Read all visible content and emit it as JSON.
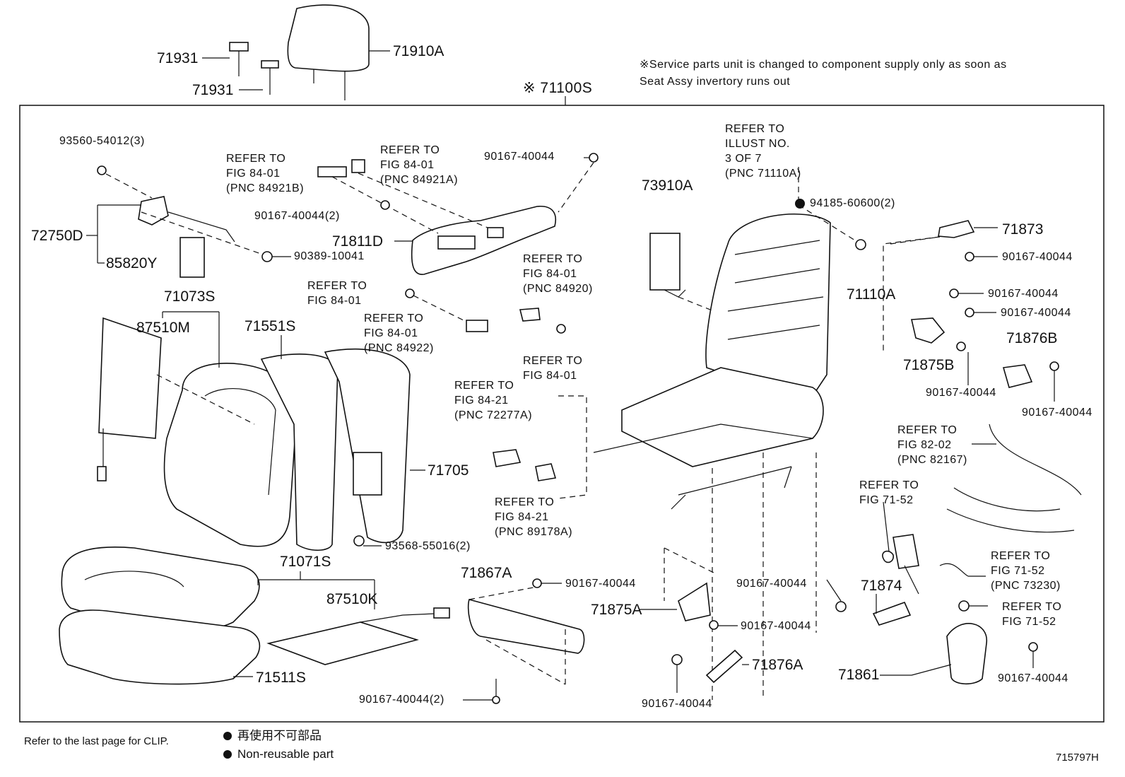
{
  "header": {
    "assembly_label": "※ 71100S",
    "service_note_line1": "※Service parts unit is changed to component supply only as soon as",
    "service_note_line2": "Seat Assy invertory runs out"
  },
  "callouts": {
    "p71931a": "71931",
    "p71931b": "71931",
    "p71910A": "71910A",
    "p93560": "93560-54012(3)",
    "p72750D": "72750D",
    "p85820Y": "85820Y",
    "p90389": "90389-10041",
    "p90167_top": "90167-40044",
    "p90167_2a": "90167-40044(2)",
    "p71811D": "71811D",
    "p71073S": "71073S",
    "p87510M": "87510M",
    "p71551S": "71551S",
    "p71705": "71705",
    "p93568": "93568-55016(2)",
    "p71071S": "71071S",
    "p87510K": "87510K",
    "p71511S": "71511S",
    "p71867A": "71867A",
    "p90167_mid": "90167-40044",
    "p90167_bot": "90167-40044(2)",
    "p73910A": "73910A",
    "p94185": "94185-60600(2)",
    "p71873": "71873",
    "p90167_r1": "90167-40044",
    "p71110A": "71110A",
    "p90167_r2": "90167-40044",
    "p90167_r3": "90167-40044",
    "p71876B": "71876B",
    "p71875B": "71875B",
    "p90167_r4": "90167-40044",
    "p90167_r5": "90167-40044",
    "p90167_c1": "90167-40044",
    "p71874": "71874",
    "p71875A": "71875A",
    "p90167_c2": "90167-40044",
    "p71876A": "71876A",
    "p90167_c3": "90167-40044",
    "p71861": "71861",
    "p90167_c4": "90167-40044"
  },
  "references": {
    "r1": [
      "REFER TO",
      "FIG 84-01",
      "(PNC 84921B)"
    ],
    "r2": [
      "REFER TO",
      "FIG 84-01",
      "(PNC 84921A)"
    ],
    "r3": [
      "REFER TO",
      "FIG 84-01",
      "(PNC 84920)"
    ],
    "r4": [
      "REFER TO",
      "FIG 84-01"
    ],
    "r5": [
      "REFER TO",
      "FIG 84-01",
      "(PNC 84922)"
    ],
    "r6": [
      "REFER TO",
      "FIG 84-01"
    ],
    "r7": [
      "REFER TO",
      "FIG 84-21",
      "(PNC 72277A)"
    ],
    "r8": [
      "REFER TO",
      "FIG 84-21",
      "(PNC 89178A)"
    ],
    "r9": [
      "REFER TO",
      "ILLUST NO.",
      "3 OF 7",
      "(PNC 71110A)"
    ],
    "r10": [
      "REFER TO",
      "FIG 82-02",
      "(PNC 82167)"
    ],
    "r11": [
      "REFER TO",
      "FIG 71-52"
    ],
    "r12": [
      "REFER TO",
      "FIG 71-52",
      "(PNC 73230)"
    ],
    "r13": [
      "REFER TO",
      "FIG 71-52"
    ]
  },
  "footer": {
    "clip_note": "Refer to the last page for CLIP.",
    "legend_jp": "再使用不可部品",
    "legend_en": "Non-reusable part",
    "diagram_id": "715797H"
  }
}
